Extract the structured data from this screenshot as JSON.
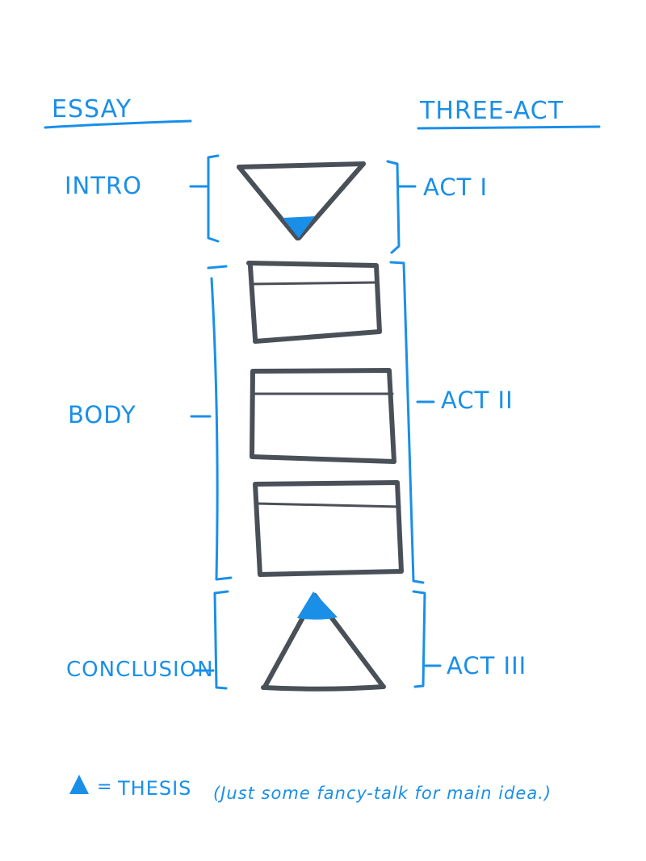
{
  "headers": {
    "left": "ESSAY",
    "right": "THREE-ACT"
  },
  "essay_sections": {
    "intro": "INTRO",
    "body": "BODY",
    "conclusion": "CONCLUSION"
  },
  "acts": {
    "act1": "ACT I",
    "act2": "ACT II",
    "act3": "ACT III"
  },
  "legend": {
    "equals": "=",
    "term": "THESIS",
    "note": "(Just some fancy-talk for main idea.)"
  },
  "colors": {
    "ink_blue": "#1a8fe8",
    "ink_gray": "#4a5058"
  },
  "icons": {
    "thesis_marker": "thesis-triangle-icon"
  }
}
